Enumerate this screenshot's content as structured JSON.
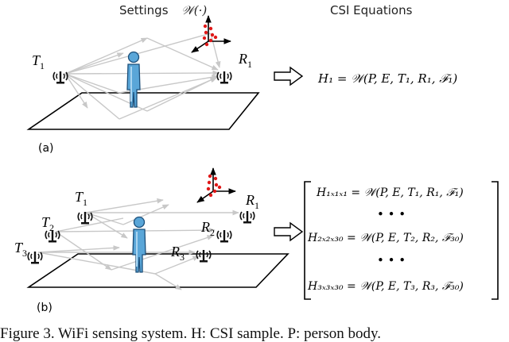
{
  "headers": {
    "settings": "Settings",
    "settings_func": "𝒲(·)",
    "csi_equations": "CSI Equations"
  },
  "panel_a": {
    "label": "(a)",
    "tx": {
      "base": "T",
      "sub": "1"
    },
    "rx": {
      "base": "R",
      "sub": "1"
    },
    "equation": "H₁ = 𝒲(P, E, T₁, R₁, ℱ₁)"
  },
  "panel_b": {
    "label": "(b)",
    "transmitters": [
      {
        "base": "T",
        "sub": "1"
      },
      {
        "base": "T",
        "sub": "2"
      },
      {
        "base": "T",
        "sub": "3"
      }
    ],
    "receivers": [
      {
        "base": "R",
        "sub": "1"
      },
      {
        "base": "R",
        "sub": "2"
      },
      {
        "base": "R",
        "sub": "3"
      }
    ],
    "equations": [
      "H₁ₓ₁ₓ₁ = 𝒲(P, E, T₁, R₁, ℱ₁)",
      "• • •",
      "H₂ₓ₂ₓ₃₀ = 𝒲(P, E, T₂, R₂, ℱ₃₀)",
      "• • •",
      "H₃ₓ₃ₓ₃₀ = 𝒲(P, E, T₃, R₃, ℱ₃₀)"
    ]
  },
  "caption": "Figure 3. WiFi sensing system. H: CSI sample. P: person body.",
  "colors": {
    "ray": "#c8c8c8",
    "person_fill": "#5aa6d8",
    "person_stroke": "#1c4f7a",
    "dot": "#e01818"
  }
}
